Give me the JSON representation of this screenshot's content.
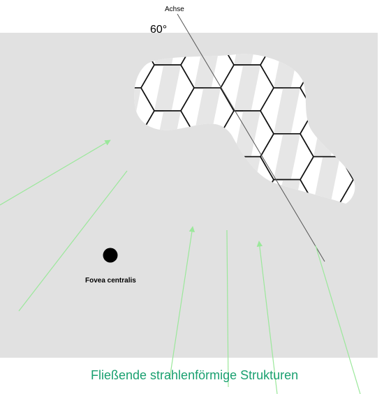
{
  "labels": {
    "axis": "Achse",
    "angle": "60°",
    "fovea": "Fovea centralis",
    "caption": "Fließende strahlenförmige Strukturen"
  },
  "colors": {
    "retina": "#e1e1e1",
    "caption": "#1aa070",
    "arrows": "#9be89b",
    "patch": "#ffffff",
    "hex_edges": "#111111",
    "axis_line": "#555555",
    "fovea_dot": "#000000"
  },
  "diagram": {
    "axis_angle_deg": 60,
    "hex_grid": "regular hexagon tiling with shaded facets"
  }
}
